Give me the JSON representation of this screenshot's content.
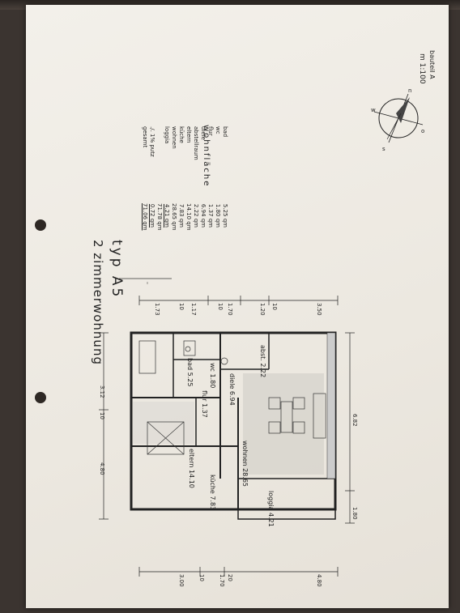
{
  "plan": {
    "type_label": "typ A5",
    "title": "2 zimmerwohnung",
    "part": "bauteil A",
    "scale": "m 1:100",
    "section_heading": "wohnfläche",
    "areas": [
      {
        "name": "bad",
        "value": "5.25 qm"
      },
      {
        "name": "wc",
        "value": "1.80 qm"
      },
      {
        "name": "flur",
        "value": "1.37 qm"
      },
      {
        "name": "diele",
        "value": "6.94 qm"
      },
      {
        "name": "abstellraum",
        "value": "2.22 qm"
      },
      {
        "name": "eltern",
        "value": "14.10 qm"
      },
      {
        "name": "küche",
        "value": "7.83 qm"
      },
      {
        "name": "wohnen",
        "value": "28.65 qm"
      },
      {
        "name": "loggia",
        "value": "4.21 qm"
      }
    ],
    "subtotal": "71.78 qm",
    "deduction_label": "./. 1% putz",
    "deduction_value": "0.72 qm",
    "total_label": "gesamt",
    "total_value": "71.06 qm",
    "rooms": {
      "bad": "bad 5.25",
      "wc": "wc 1.80",
      "flur": "flur 1.37",
      "diele": "diele 6.94",
      "abst": "abst. 2.22",
      "eltern": "eltern 14.10",
      "kueche": "küche 7.83",
      "wohnen": "wohnen 28.65",
      "loggia": "loggia 4.21"
    },
    "dims_top": [
      "4.80",
      "10",
      "3.12"
    ],
    "dims_bottom": [
      "1.80",
      "6.82"
    ],
    "dims_right": [
      "3.50",
      "10",
      "1.20",
      "1.70",
      "10",
      "1.17",
      "10",
      "1.73"
    ],
    "dims_left": [
      "4.80",
      "20",
      "1.70",
      "10",
      "3.00"
    ],
    "compass": [
      "n",
      "o",
      "s",
      "w"
    ]
  }
}
